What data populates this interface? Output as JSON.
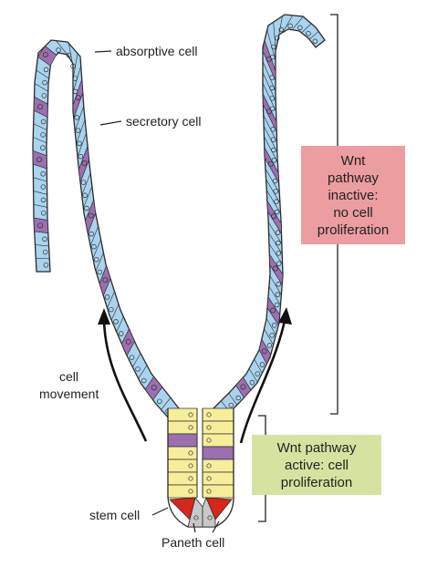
{
  "labels": {
    "absorptive": "absorptive cell",
    "secretory": "secretory cell",
    "movement": [
      "cell",
      "movement"
    ],
    "stem": "stem cell",
    "paneth": "Paneth cell"
  },
  "boxes": {
    "inactive": [
      "Wnt",
      "pathway",
      "inactive:",
      "no cell",
      "proliferation"
    ],
    "active": [
      "Wnt pathway",
      "active: cell",
      "proliferation"
    ]
  },
  "colors": {
    "villus_cell": "#a9d3ee",
    "crypt_cell": "#f6ee9a",
    "secretory_cell": "#9b6fb0",
    "stem_cell": "#d8261c",
    "paneth_cell": "#c8c8c8",
    "inactive_box": "#ec9d9f",
    "active_box": "#d4e4a0",
    "outline": "#2b2b2b"
  }
}
